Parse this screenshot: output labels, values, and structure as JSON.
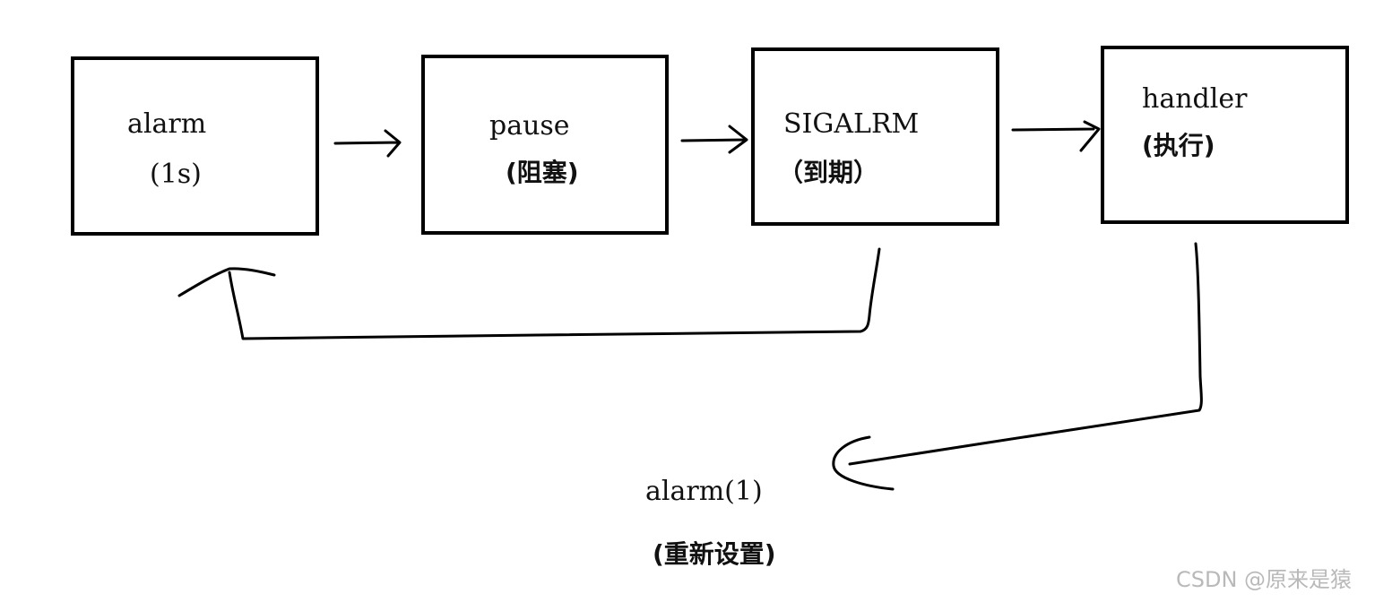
{
  "nodes": [
    {
      "id": "alarm",
      "line1": "alarm",
      "line2": "(1s)"
    },
    {
      "id": "pause",
      "line1": "pause",
      "line2": "(阻塞)"
    },
    {
      "id": "sigalrm",
      "line1": "SIGALRM",
      "line2": "（到期）"
    },
    {
      "id": "handler",
      "line1": "handler",
      "line2": "(执行)"
    }
  ],
  "reset_label": {
    "line1": "alarm(1)",
    "line2": "(重新设置)"
  },
  "watermark": "CSDN @原来是猿"
}
